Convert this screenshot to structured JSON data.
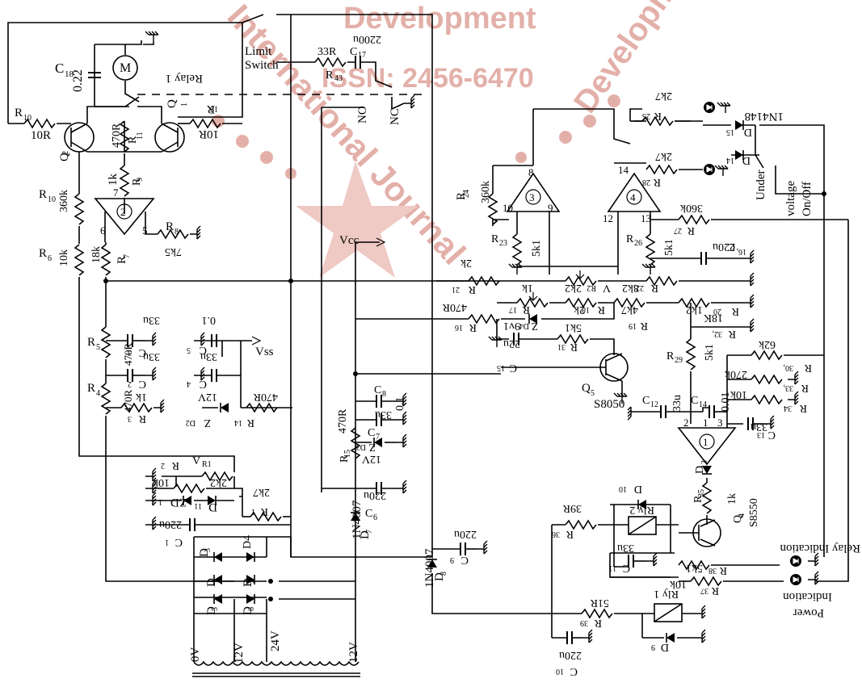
{
  "watermark": {
    "word1": "Development",
    "issn": "ISSN: 2456-6470",
    "arc_left": "International Journal",
    "arc_right": "Development"
  },
  "labels": {
    "limit": "Limit",
    "switch": "Switch",
    "r43": "R",
    "r43_sub": "43",
    "r43_val": "33R",
    "c17": "C",
    "c17_sub": "17",
    "c17_val": "2200u",
    "relay1_coil": "Relay 1",
    "c18": "C",
    "c18_sub": "18",
    "c18_val": "0.22",
    "motor": "M",
    "no": "NO",
    "nc": "NC",
    "r10a": "R",
    "r10a_sub": "10",
    "r10a_val": "10R",
    "r13": "R",
    "r13_sub": "13",
    "r13_val": "10R",
    "q1": "Q",
    "q1_sub": "1",
    "q2": "Q",
    "q2_sub": "2",
    "r11": "R",
    "r11_sub": "11",
    "r11_val": "470R",
    "r9": "R",
    "r9_sub": "9",
    "r9_val": "1k",
    "r10b": "R",
    "r10b_sub": "10",
    "r10b_val": "360k",
    "op2": "2",
    "pin7": "7",
    "pin6": "6",
    "pin5": "5",
    "r8": "R",
    "r8_sub": "8",
    "r8_val": "7k5",
    "r6": "R",
    "r6_sub": "6",
    "r6_val": "10k",
    "r7": "R",
    "r7_sub": "7",
    "r7_val": "18k",
    "vcc": "Vcc",
    "vss": "Vss",
    "c3": "C",
    "c3_sub": "3",
    "c3_val": "33u",
    "c5": "C",
    "c5_sub": "5",
    "c5_val": "0.1",
    "r5": "R",
    "r5_sub": "5",
    "r5_val": "470R",
    "c2": "C",
    "c2_sub": "2",
    "c2_val": "33u",
    "c4": "C",
    "c4_sub": "4",
    "c4_val": "33u",
    "r4": "R",
    "r4_sub": "4",
    "r4_val": "470R",
    "r3": "R",
    "r3_sub": "3",
    "r3_val": "1k",
    "zd2_val": "12V",
    "zd2": "Z",
    "zd2_sub": "D2",
    "r14": "R",
    "r14_sub": "14",
    "r14_val": "470R",
    "vr1": "V",
    "vr1_sub": "R1",
    "r2": "R",
    "r2_sub": "2",
    "r2_val": "10k",
    "vr1_val": "2k2",
    "zd1": "ZD",
    "zd1_sub": "1",
    "d11": "D",
    "d11_sub": "11",
    "r1": "R",
    "r1_sub": "1",
    "r1_val": "2k7",
    "c1": "C",
    "c1_sub": "1",
    "c1_val": "220u",
    "d3": "D",
    "d3_sub": "3",
    "d4": "D4",
    "d1": "D",
    "d1_sub": "1",
    "d2": "D",
    "d2_sub": "2",
    "d5": "D",
    "d5_sub": "5",
    "d6": "D",
    "d6_sub": "6",
    "t_0v": "0V",
    "t_12v": "12V",
    "t_24v": "24V",
    "t_12v_b": "12V",
    "c8": "C",
    "c8_sub": "8",
    "c8_val": "0.1",
    "c7": "C",
    "c7_sub": "7",
    "c7_val": "33u",
    "zd3": "Z",
    "zd3_sub": "D3",
    "zd3_val": "12V",
    "r15": "R",
    "r15_sub": "15",
    "r15_val": "470R",
    "c6": "C",
    "c6_sub": "6",
    "c6_val": "220u",
    "d7_type": "1N4007",
    "d7": "D",
    "d7_sub": "7",
    "d8_type": "1N4007",
    "d8": "D",
    "d8_sub": "8",
    "c9": "C",
    "c9_sub": "9",
    "c9_val": "220u",
    "r25": "R",
    "r25_sub": "25",
    "r25_val": "2k7",
    "d15_type": "1N4148",
    "d15": "D",
    "d15_sub": "15",
    "d14": "D",
    "d14_sub": "14",
    "r28": "R",
    "r28_sub": "28",
    "r28_val": "2k7",
    "uv1": "Under",
    "uv2": "voltage",
    "uv3": "On/Off",
    "r24": "R",
    "r24_sub": "24",
    "r24_val": "360k",
    "op3": "3",
    "op4": "4",
    "pin8": "8",
    "pin10": "10",
    "pin9": "9",
    "pin14": "14",
    "pin12": "12",
    "pin13": "13",
    "r27": "R",
    "r27_sub": "27",
    "r27_val": "360k",
    "r23": "R",
    "r23_sub": "23",
    "r23_val": "5k1",
    "r26": "R",
    "r26_sub": "26",
    "r26_val": "5k1",
    "c16": "C",
    "c16_sub": "16,",
    "c16_val": "220u",
    "r21": "R",
    "r21_sub": "21",
    "r21_val": "2k",
    "vr2": "V",
    "vr2_sub": "R2",
    "vr2_val": "2k2",
    "r22": "R",
    "r22_sub": "22,",
    "r22_val": "8k2",
    "r17": "R",
    "r17_sub": "17",
    "r17_val": "1k",
    "r18": "R",
    "r18_sub": "18",
    "r18_val": "2k",
    "r19": "R",
    "r19_sub": "19",
    "r19_val": "4k7",
    "r20": "R",
    "r20_sub": "20",
    "r20_val": "1k2",
    "r16": "R",
    "r16_sub": "16",
    "r16_val": "470R",
    "zd4": "Z",
    "zd4_sub": "D4",
    "zd4_val": "9v1",
    "r31": "R",
    "r31_sub": "31",
    "r31_val": "5k1",
    "r32": "R",
    "r32_sub": "32,",
    "r32_val": "18K",
    "c15": "C",
    "c15_sub": "15",
    "c15_val": "22u",
    "r29": "R",
    "r29_sub": "29",
    "r29_val": "5k1",
    "r30": "R",
    "r30_sub": "30,",
    "r30_val": "62k",
    "q5": "Q",
    "q5_sub": "5",
    "q5_type": "S8050",
    "c12": "C",
    "c12_sub": "12",
    "c12_val": "33u",
    "c14": "C",
    "c14_sub": "14",
    "c14_val": "0.01",
    "r33": "R",
    "r33_sub": "33,",
    "r33_val": "270k",
    "r34": "R",
    "r34_sub": "34",
    "r34_val": "10k",
    "c13": "C",
    "c13_sub": "13",
    "c13_val": "33u",
    "op1": "1",
    "pin2": "2",
    "pin1": "1",
    "pin3": "3",
    "r35": "R",
    "r35_sub": "35",
    "d13": "D",
    "d13_sub": "13",
    "r35_val": "1k",
    "q4": "Q",
    "q4_sub": "4",
    "q4_type": "S8550",
    "d10": "D",
    "d10_sub": "10",
    "rly2": "Rly 2",
    "r36": "R",
    "r36_sub": "36",
    "r36_val": "39R",
    "c11": "C",
    "c11_sub": "11",
    "c11_val": "33u",
    "r38": "R",
    "r38_sub": "38",
    "r38_val": "5k1",
    "relay_ind": "Relay Indication",
    "r37": "R",
    "r37_sub": "37",
    "r37_val": "10k",
    "power_ind1": "Power",
    "power_ind2": "Indication",
    "r39": "R",
    "r39_sub": "39",
    "r39_val": "51R",
    "rly1": "Rly 1",
    "d9": "D",
    "d9_sub": "9",
    "c10": "C",
    "c10_sub": "10",
    "c10_val": "220u"
  }
}
